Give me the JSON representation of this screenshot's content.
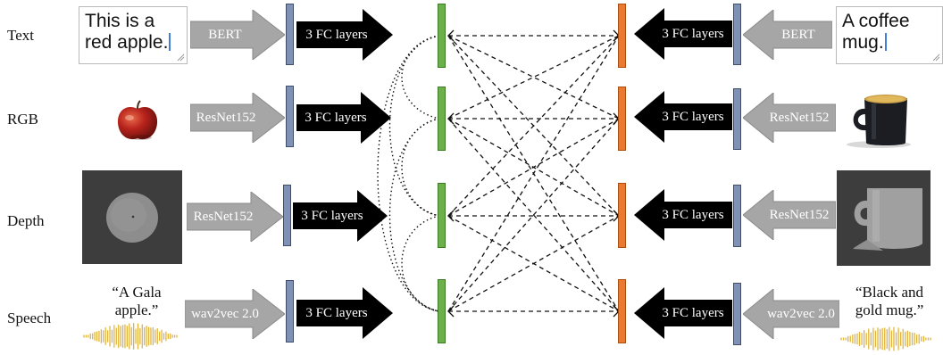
{
  "rows": [
    {
      "label": "Text"
    },
    {
      "label": "RGB"
    },
    {
      "label": "Depth"
    },
    {
      "label": "Speech"
    }
  ],
  "left_text_input": {
    "line1": "This is a",
    "line2": "red apple."
  },
  "right_text_input": {
    "line1": "A coffee",
    "line2": "mug."
  },
  "left_speech_quote": {
    "line1": "“A Gala",
    "line2": "apple.”"
  },
  "right_speech_quote": {
    "line1": "“Black and",
    "line2": "gold mug.”"
  },
  "left_encoders": [
    "BERT",
    "ResNet152",
    "ResNet152",
    "wav2vec 2.0"
  ],
  "right_encoders": [
    "BERT",
    "ResNet152",
    "ResNet152",
    "wav2vec 2.0"
  ],
  "fc_label": "3 FC layers",
  "colors": {
    "encoder_arrow": "#a6a6a6",
    "fc_arrow": "#000000",
    "embedding_bar": "#7f92b6",
    "left_output": "#6cb04a",
    "right_output": "#eb7a30",
    "waveform": "#e0b43c",
    "depth_background": "#3d3d3d"
  },
  "icons": {
    "apple": "apple-image",
    "mug": "coffee-mug-image",
    "apple_depth": "apple-depth-image",
    "mug_depth": "mug-depth-image",
    "waveform": "waveform-icon"
  }
}
